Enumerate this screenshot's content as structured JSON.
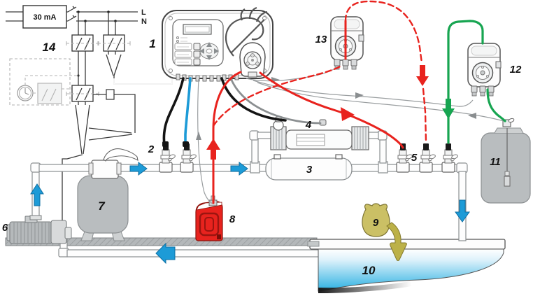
{
  "diagram": {
    "title_hint": "pool water-treatment dosing system installation diagram",
    "labels": {
      "rcd_box": "30 mA",
      "line_l": "L",
      "line_n": "N",
      "electrical_panel": "14",
      "controller": "1",
      "probe_holders": "2",
      "inline_mixer": "3",
      "electrolysis_cell": "4",
      "injection_valves": "5",
      "circulation_pump": "6",
      "sand_filter": "7",
      "acid_canister": "8",
      "additive_bag": "9",
      "pool": "10",
      "chemical_tank": "11",
      "dosing_pump_right": "12",
      "dosing_pump_left": "13"
    },
    "colors": {
      "flow_arrow_blue": "#1d9bd7",
      "tube_red": "#e8231e",
      "tube_green": "#17a551",
      "cable_blue": "#1d9bd7",
      "equipment_gray": "#b9bdbf",
      "additive_olive": "#bcb148",
      "canister_red": "#e8231e",
      "pool_water_top": "#ffffff",
      "pool_water_bottom": "#29b0e2"
    }
  }
}
